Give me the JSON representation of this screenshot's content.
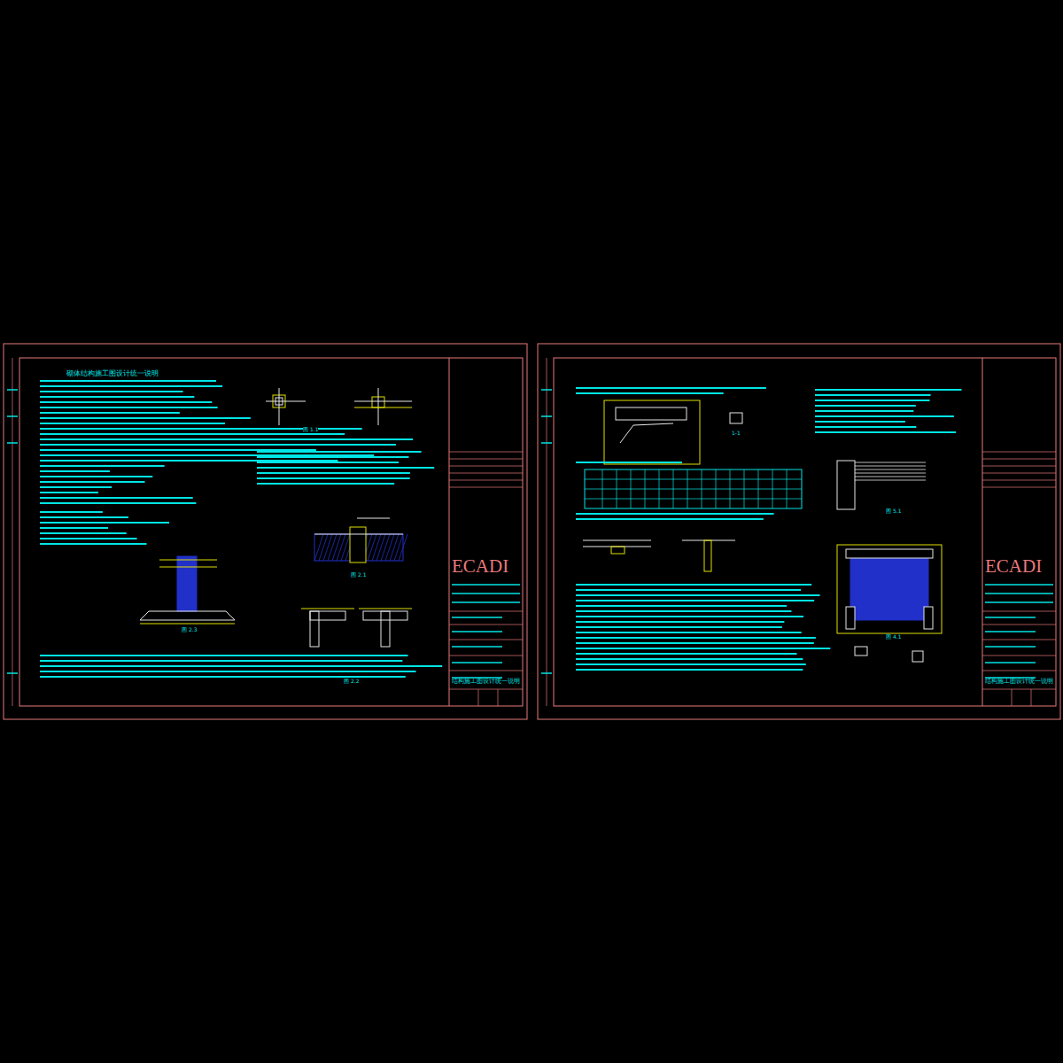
{
  "diagram": {
    "nodes": [
      {
        "text": [
          "砌体结构施工图设计统一说明"
        ]
      },
      {
        "text": [
          "ECADI",
          "结构施工图设计统一说明"
        ],
        "in": 0
      },
      {
        "text": [
          "ECADI",
          "结构施工图设计统一说明"
        ]
      }
    ],
    "edges": [],
    "labels": [
      "图 1.1",
      "图 2.1",
      "图 2.2",
      "图 2.3",
      "1-1",
      "图 5.1",
      "图 4.1"
    ]
  }
}
